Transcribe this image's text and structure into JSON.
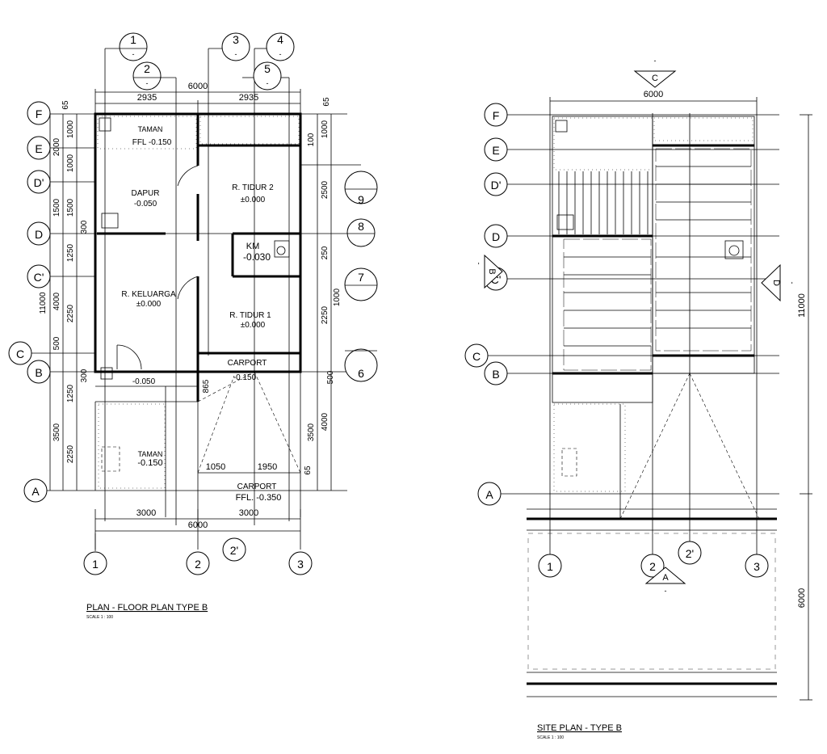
{
  "floor_plan": {
    "title": "PLAN - FLOOR PLAN TYPE B",
    "scale": "SCALE 1 : 100",
    "grid_cols": [
      "1",
      "2",
      "2'",
      "3"
    ],
    "grid_top": [
      "1",
      "2",
      "3",
      "4",
      "5"
    ],
    "grid_rows": [
      "F",
      "E",
      "D'",
      "D",
      "C'",
      "C",
      "B",
      "A"
    ],
    "right_bubbles": [
      "9",
      "8",
      "7",
      "6"
    ],
    "bubble_dash": "-",
    "dims_top": {
      "overall": "6000",
      "left": "2935",
      "right": "2935",
      "edge_l": "65",
      "edge_r": "65"
    },
    "dims_bottom": {
      "left": "3000",
      "right": "3000",
      "overall": "6000"
    },
    "dims_left": [
      "1000",
      "2000",
      "1000",
      "1500",
      "1500",
      "300",
      "1250",
      "4000",
      "11000",
      "2250",
      "500",
      "300",
      "1250",
      "3500",
      "2250"
    ],
    "dims_right": [
      "1000",
      "100",
      "2500",
      "250",
      "1000",
      "2250",
      "500",
      "4000",
      "3500",
      "65"
    ],
    "dims_inner": [
      "865",
      "1050",
      "1950"
    ],
    "rooms": [
      {
        "name": "TAMAN",
        "level": "FFL -0.150"
      },
      {
        "name": "DAPUR",
        "level": "-0.050"
      },
      {
        "name": "R. TIDUR 2",
        "level": "±0.000"
      },
      {
        "name": "KM",
        "level": "-0.030"
      },
      {
        "name": "R. KELUARGA",
        "level": "±0.000"
      },
      {
        "name": "R. TIDUR 1",
        "level": "±0.000"
      },
      {
        "name": "CARPORT",
        "level": "-0.150"
      },
      {
        "name": "",
        "level": "-0.050"
      },
      {
        "name": "TAMAN",
        "level": "-0.150"
      },
      {
        "name": "CARPORT",
        "level": "FFL. -0.350"
      }
    ]
  },
  "site_plan": {
    "title": "SITE PLAN - TYPE B",
    "scale": "SCALE 1 : 100",
    "grid_rows": [
      "F",
      "E",
      "D'",
      "D",
      "C'",
      "C",
      "B",
      "A"
    ],
    "grid_cols": [
      "1",
      "2",
      "2'",
      "3"
    ],
    "dim_top": "6000",
    "dim_right_upper": "11000",
    "dim_right_lower": "6000",
    "section_markers": [
      "C",
      "B",
      "D",
      "A"
    ]
  }
}
